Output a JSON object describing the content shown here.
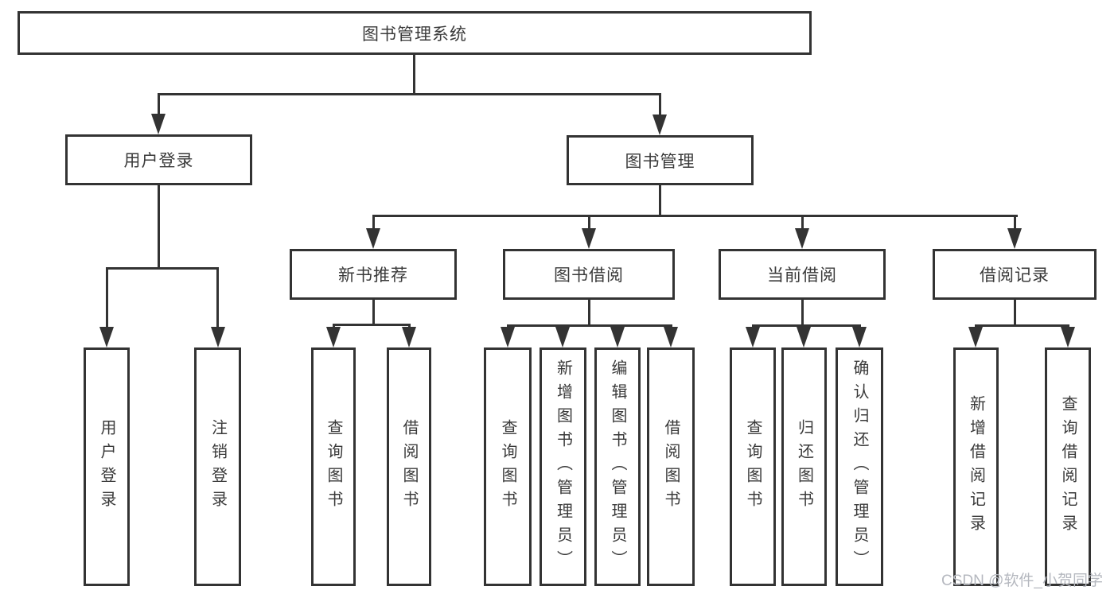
{
  "tree": {
    "root": {
      "label": "图书管理系统"
    },
    "user_login": {
      "label": "用户登录",
      "children": [
        {
          "label": "用户登录"
        },
        {
          "label": "注销登录"
        }
      ]
    },
    "book_mgmt": {
      "label": "图书管理",
      "new_book_rec": {
        "label": "新书推荐",
        "children": [
          {
            "label": "查询图书"
          },
          {
            "label": "借阅图书"
          }
        ]
      },
      "book_borrow": {
        "label": "图书借阅",
        "children": [
          {
            "label": "查询图书"
          },
          {
            "label": "新增图书（管理员）"
          },
          {
            "label": "编辑图书（管理员）"
          },
          {
            "label": "借阅图书"
          }
        ]
      },
      "current_borrow": {
        "label": "当前借阅",
        "children": [
          {
            "label": "查询图书"
          },
          {
            "label": "归还图书"
          },
          {
            "label": "确认归还（管理员）"
          }
        ]
      },
      "borrow_records": {
        "label": "借阅记录",
        "children": [
          {
            "label": "新增借阅记录"
          },
          {
            "label": "查询借阅记录"
          }
        ]
      }
    }
  },
  "watermark": "CSDN @软件_小贺同学",
  "colors": {
    "line": "#333333",
    "text": "#3a3a3a",
    "watermark": "#b5b8bf",
    "background": "#ffffff"
  }
}
